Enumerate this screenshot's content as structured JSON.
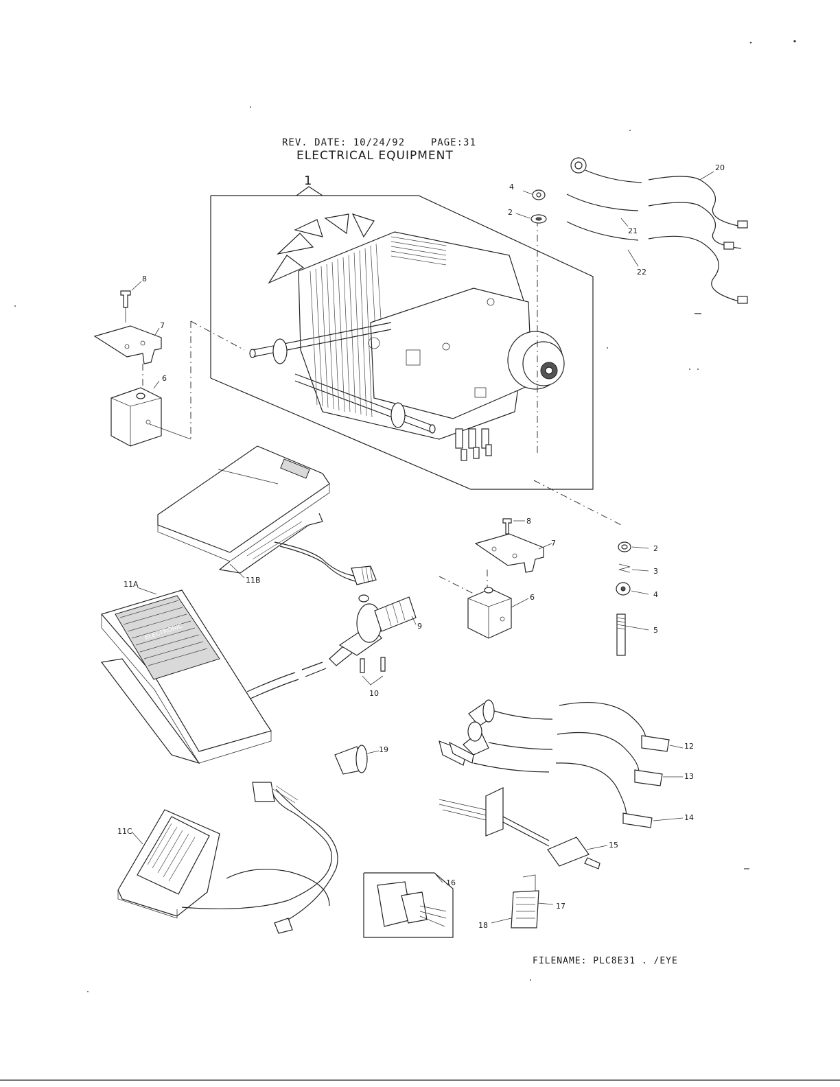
{
  "header": {
    "rev_date": "REV. DATE: 10/24/92",
    "page": "PAGE:31",
    "title": "ELECTRICAL EQUIPMENT"
  },
  "footer": {
    "filename": "FILENAME: PLC8E31 .   /EYE"
  },
  "callouts": {
    "motor": "1",
    "washer_top": "2",
    "nut_top": "4",
    "screw_left": "8",
    "bracket_left": "7",
    "block_left": "6",
    "wire_20": "20",
    "wire_21": "21",
    "wire_22": "22",
    "screw_mid": "8",
    "bracket_mid": "7",
    "block_mid": "6",
    "washer_right": "2",
    "spring_right": "3",
    "nut_right": "4",
    "bolt_right": "5",
    "pedal_11b": "11B",
    "pedal_11a": "11A",
    "pedal_11c": "11C",
    "connector_9": "9",
    "screws_10": "10",
    "cord_12": "12",
    "cord_13": "13",
    "cord_14": "14",
    "cord_15": "15",
    "board_16": "16",
    "clip_17": "17",
    "clip_18": "18",
    "plug_19": "19"
  },
  "labels": {
    "pedal_brand": "ELECTRONIC"
  }
}
